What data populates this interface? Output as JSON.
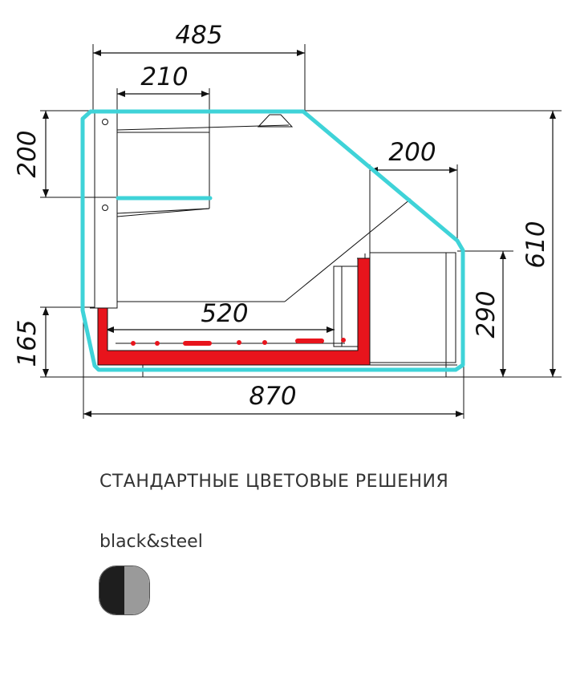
{
  "diagram": {
    "dimensions": {
      "top_width": "485",
      "inner_width": "210",
      "right_top": "200",
      "left_top": "200",
      "total_height": "610",
      "right_lower": "290",
      "left_lower": "165",
      "tray_width": "520",
      "total_width": "870"
    },
    "colors": {
      "outline": "#3fd3d8",
      "base": "#e8141c",
      "lines": "#111111"
    }
  },
  "section_title": "СТАНДАРТНЫЕ ЦВЕТОВЫЕ РЕШЕНИЯ",
  "color_option": {
    "label": "black&steel",
    "colors": [
      "#1e1e1e",
      "#9a9a9a"
    ]
  }
}
